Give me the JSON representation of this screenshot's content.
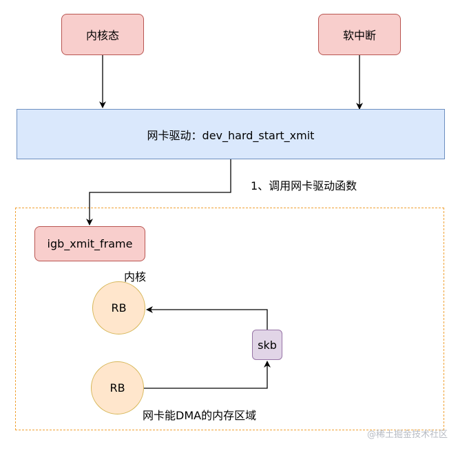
{
  "nodes": {
    "kernel_mode": "内核态",
    "softirq": "软中断",
    "driver": "网卡驱动：dev_hard_start_xmit",
    "igb": "igb_xmit_frame",
    "rb_kernel": "RB",
    "rb_nic": "RB",
    "skb": "skb"
  },
  "labels": {
    "call_driver": "1、调用网卡驱动函数",
    "kernel": "内核",
    "nic_dma": "网卡能DMA的内存区域"
  },
  "watermark": "@稀土掘金技术社区",
  "colors": {
    "red_fill": "#f8cecc",
    "red_border": "#b85450",
    "blue_fill": "#dae8fc",
    "blue_border": "#6c8ebf",
    "orange_fill": "#ffe6cc",
    "orange_border": "#d6b656",
    "purple_fill": "#e1d5e7",
    "purple_border": "#9673a6",
    "dashed_border": "#f0a030"
  }
}
